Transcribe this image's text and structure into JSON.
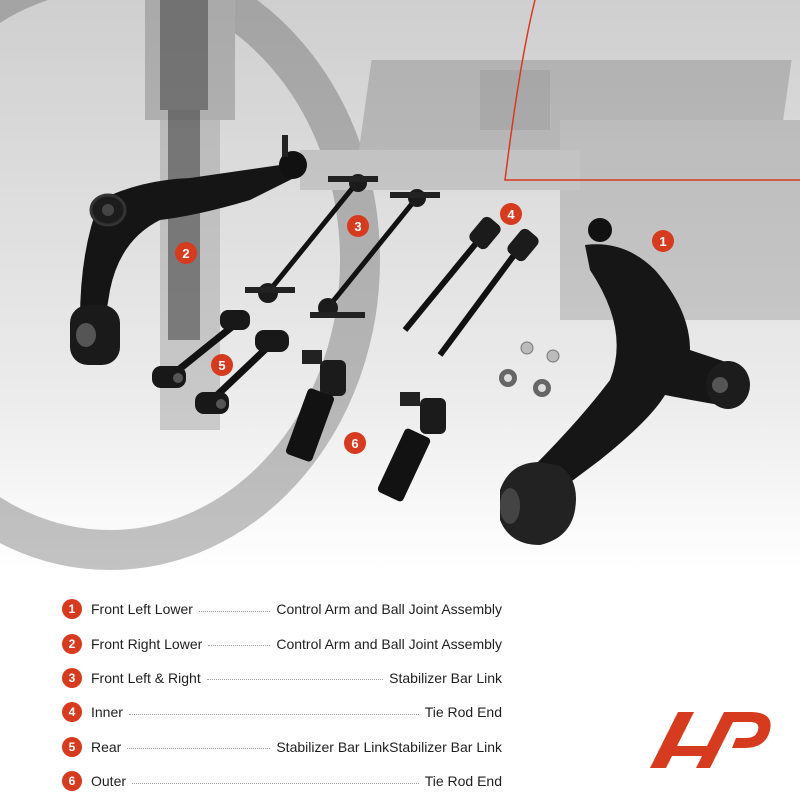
{
  "callouts": [
    "1",
    "2",
    "3",
    "4",
    "5",
    "6"
  ],
  "legend": [
    {
      "num": "1",
      "left": "Front Left Lower",
      "right": "Control Arm and Ball Joint Assembly"
    },
    {
      "num": "2",
      "left": "Front Right Lower",
      "right": "Control Arm and Ball Joint Assembly"
    },
    {
      "num": "3",
      "left": "Front Left & Right",
      "right": "Stabilizer Bar Link"
    },
    {
      "num": "4",
      "left": "Inner",
      "right": "Tie Rod End"
    },
    {
      "num": "5",
      "left": "Rear",
      "right": "Stabilizer Bar LinkStabilizer Bar Link"
    },
    {
      "num": "6",
      "left": "Outer",
      "right": "Tie Rod End"
    }
  ],
  "colors": {
    "accent": "#d63a1f",
    "parts": "#141414",
    "background_photo": "#e6e6e6"
  },
  "logo": "a-premium-logo"
}
